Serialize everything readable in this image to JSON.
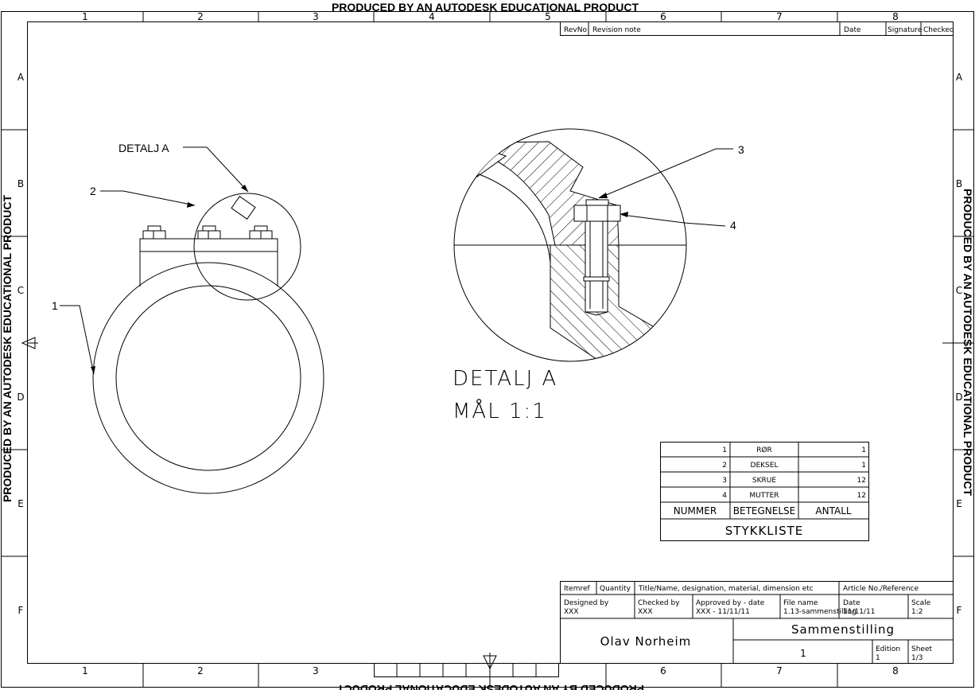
{
  "watermark": "PRODUCED BY AN AUTODESK EDUCATIONAL PRODUCT",
  "zones": {
    "columns": [
      "1",
      "2",
      "3",
      "4",
      "5",
      "6",
      "7",
      "8"
    ],
    "rows": [
      "A",
      "B",
      "C",
      "D",
      "E",
      "F"
    ]
  },
  "revision_block": {
    "headers": [
      "RevNo",
      "Revision note",
      "Date",
      "Signature",
      "Checked"
    ]
  },
  "callouts": {
    "detail_ref": "DETALJ A",
    "item_1": "1",
    "item_2": "2",
    "item_3": "3",
    "item_4": "4"
  },
  "detail_view": {
    "title": "DETALJ A",
    "scale": "MÅL 1:1"
  },
  "parts_list": {
    "rows": [
      {
        "nr": "1",
        "name": "RØR",
        "qty": "1"
      },
      {
        "nr": "2",
        "name": "DEKSEL",
        "qty": "1"
      },
      {
        "nr": "3",
        "name": "SKRUE",
        "qty": "12"
      },
      {
        "nr": "4",
        "name": "MUTTER",
        "qty": "12"
      }
    ],
    "headers": [
      "NUMMER",
      "BETEGNELSE",
      "ANTALL"
    ],
    "title": "STYKKLISTE"
  },
  "title_block": {
    "header": {
      "itemref": "Itemref",
      "quantity": "Quantity",
      "title_desc": "Title/Name, designation, material, dimension etc",
      "article": "Article No./Reference"
    },
    "designed_by_label": "Designed by",
    "designed_by": "XXX",
    "checked_by_label": "Checked by",
    "checked_by": "XXX",
    "approved_label": "Approved by - date",
    "approved": "XXX - 11/11/11",
    "file_label": "File name",
    "file": "1.13-sammenstilling",
    "date_label": "Date",
    "date": "11/11/11",
    "scale_label": "Scale",
    "scale": "1:2",
    "author": "Olav Norheim",
    "drawing_title": "Sammenstilling",
    "drawing_number": "1",
    "edition_label": "Edition",
    "edition": "1",
    "sheet_label": "Sheet",
    "sheet": "1/3"
  }
}
